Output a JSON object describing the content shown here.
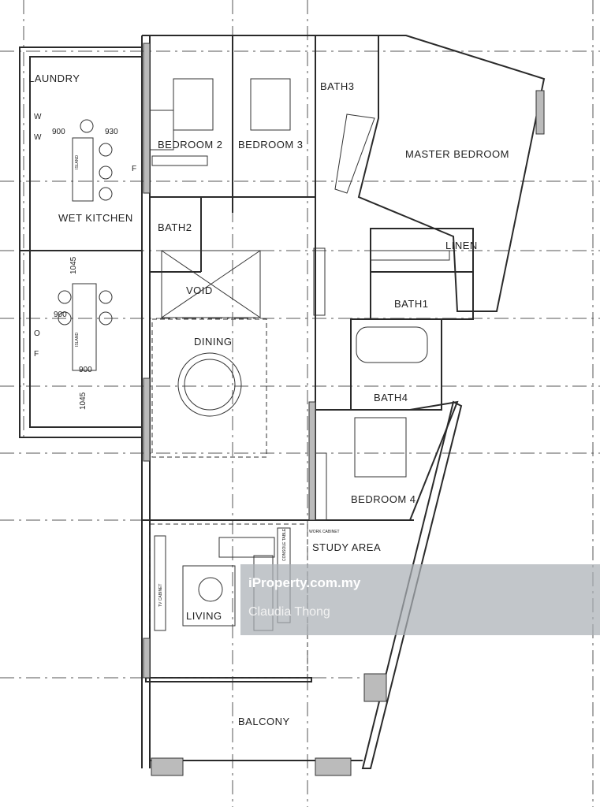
{
  "rooms": {
    "laundry": "LAUNDRY",
    "bedroom2": "BEDROOM 2",
    "bedroom3": "BEDROOM 3",
    "bath3": "BATH3",
    "master_bedroom": "MASTER BEDROOM",
    "wet_kitchen": "WET KITCHEN",
    "bath2": "BATH2",
    "linen": "LINEN",
    "void": "VOID",
    "bath1": "BATH1",
    "dining": "DINING",
    "bath4": "BATH4",
    "bedroom4": "BEDROOM 4",
    "study_area": "STUDY AREA",
    "living": "LIVING",
    "balcony": "BALCONY"
  },
  "dimensions": {
    "d1": "900",
    "d2": "930",
    "d3": "1045",
    "d4": "900",
    "d5": "900",
    "d6": "1045"
  },
  "fixtures": {
    "w1": "W",
    "w2": "W",
    "f1": "F",
    "o1": "O",
    "f2": "F",
    "island1": "ISLAND",
    "island2": "ISLAND",
    "tv": "TV CABINET",
    "console": "CONSOLE TABLE",
    "work": "WORK CABINET"
  },
  "watermark": {
    "brand": "iProperty.com.my",
    "agent": "Claudia Thong"
  }
}
